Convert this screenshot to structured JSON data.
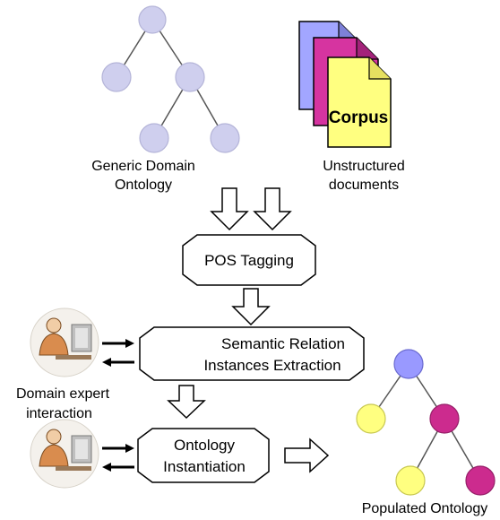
{
  "generic_ontology": {
    "label_line1": "Generic Domain",
    "label_line2": "Ontology"
  },
  "corpus": {
    "title": "Corpus",
    "label_line1": "Unstructured",
    "label_line2": "documents"
  },
  "steps": {
    "pos_tagging": "POS Tagging",
    "relation_extraction_line1": "Semantic Relation",
    "relation_extraction_line2": "Instances Extraction",
    "instantiation_line1": "Ontology",
    "instantiation_line2": "Instantiation"
  },
  "expert": {
    "label_line1": "Domain expert",
    "label_line2": "interaction"
  },
  "populated_ontology": {
    "label": "Populated Ontology"
  },
  "colors": {
    "generic_node": "#cfcfee",
    "populated_root": "#9999ff",
    "populated_yellow": "#ffff80",
    "populated_magenta": "#cc2b8e",
    "doc_back": "#a2a6ff",
    "doc_mid": "#d634a0",
    "doc_front": "#ffff80"
  },
  "icons": [
    "tree-icon",
    "document-stack-icon",
    "person-at-computer-icon",
    "double-arrow-icon",
    "down-arrow-icon",
    "right-arrow-icon"
  ]
}
